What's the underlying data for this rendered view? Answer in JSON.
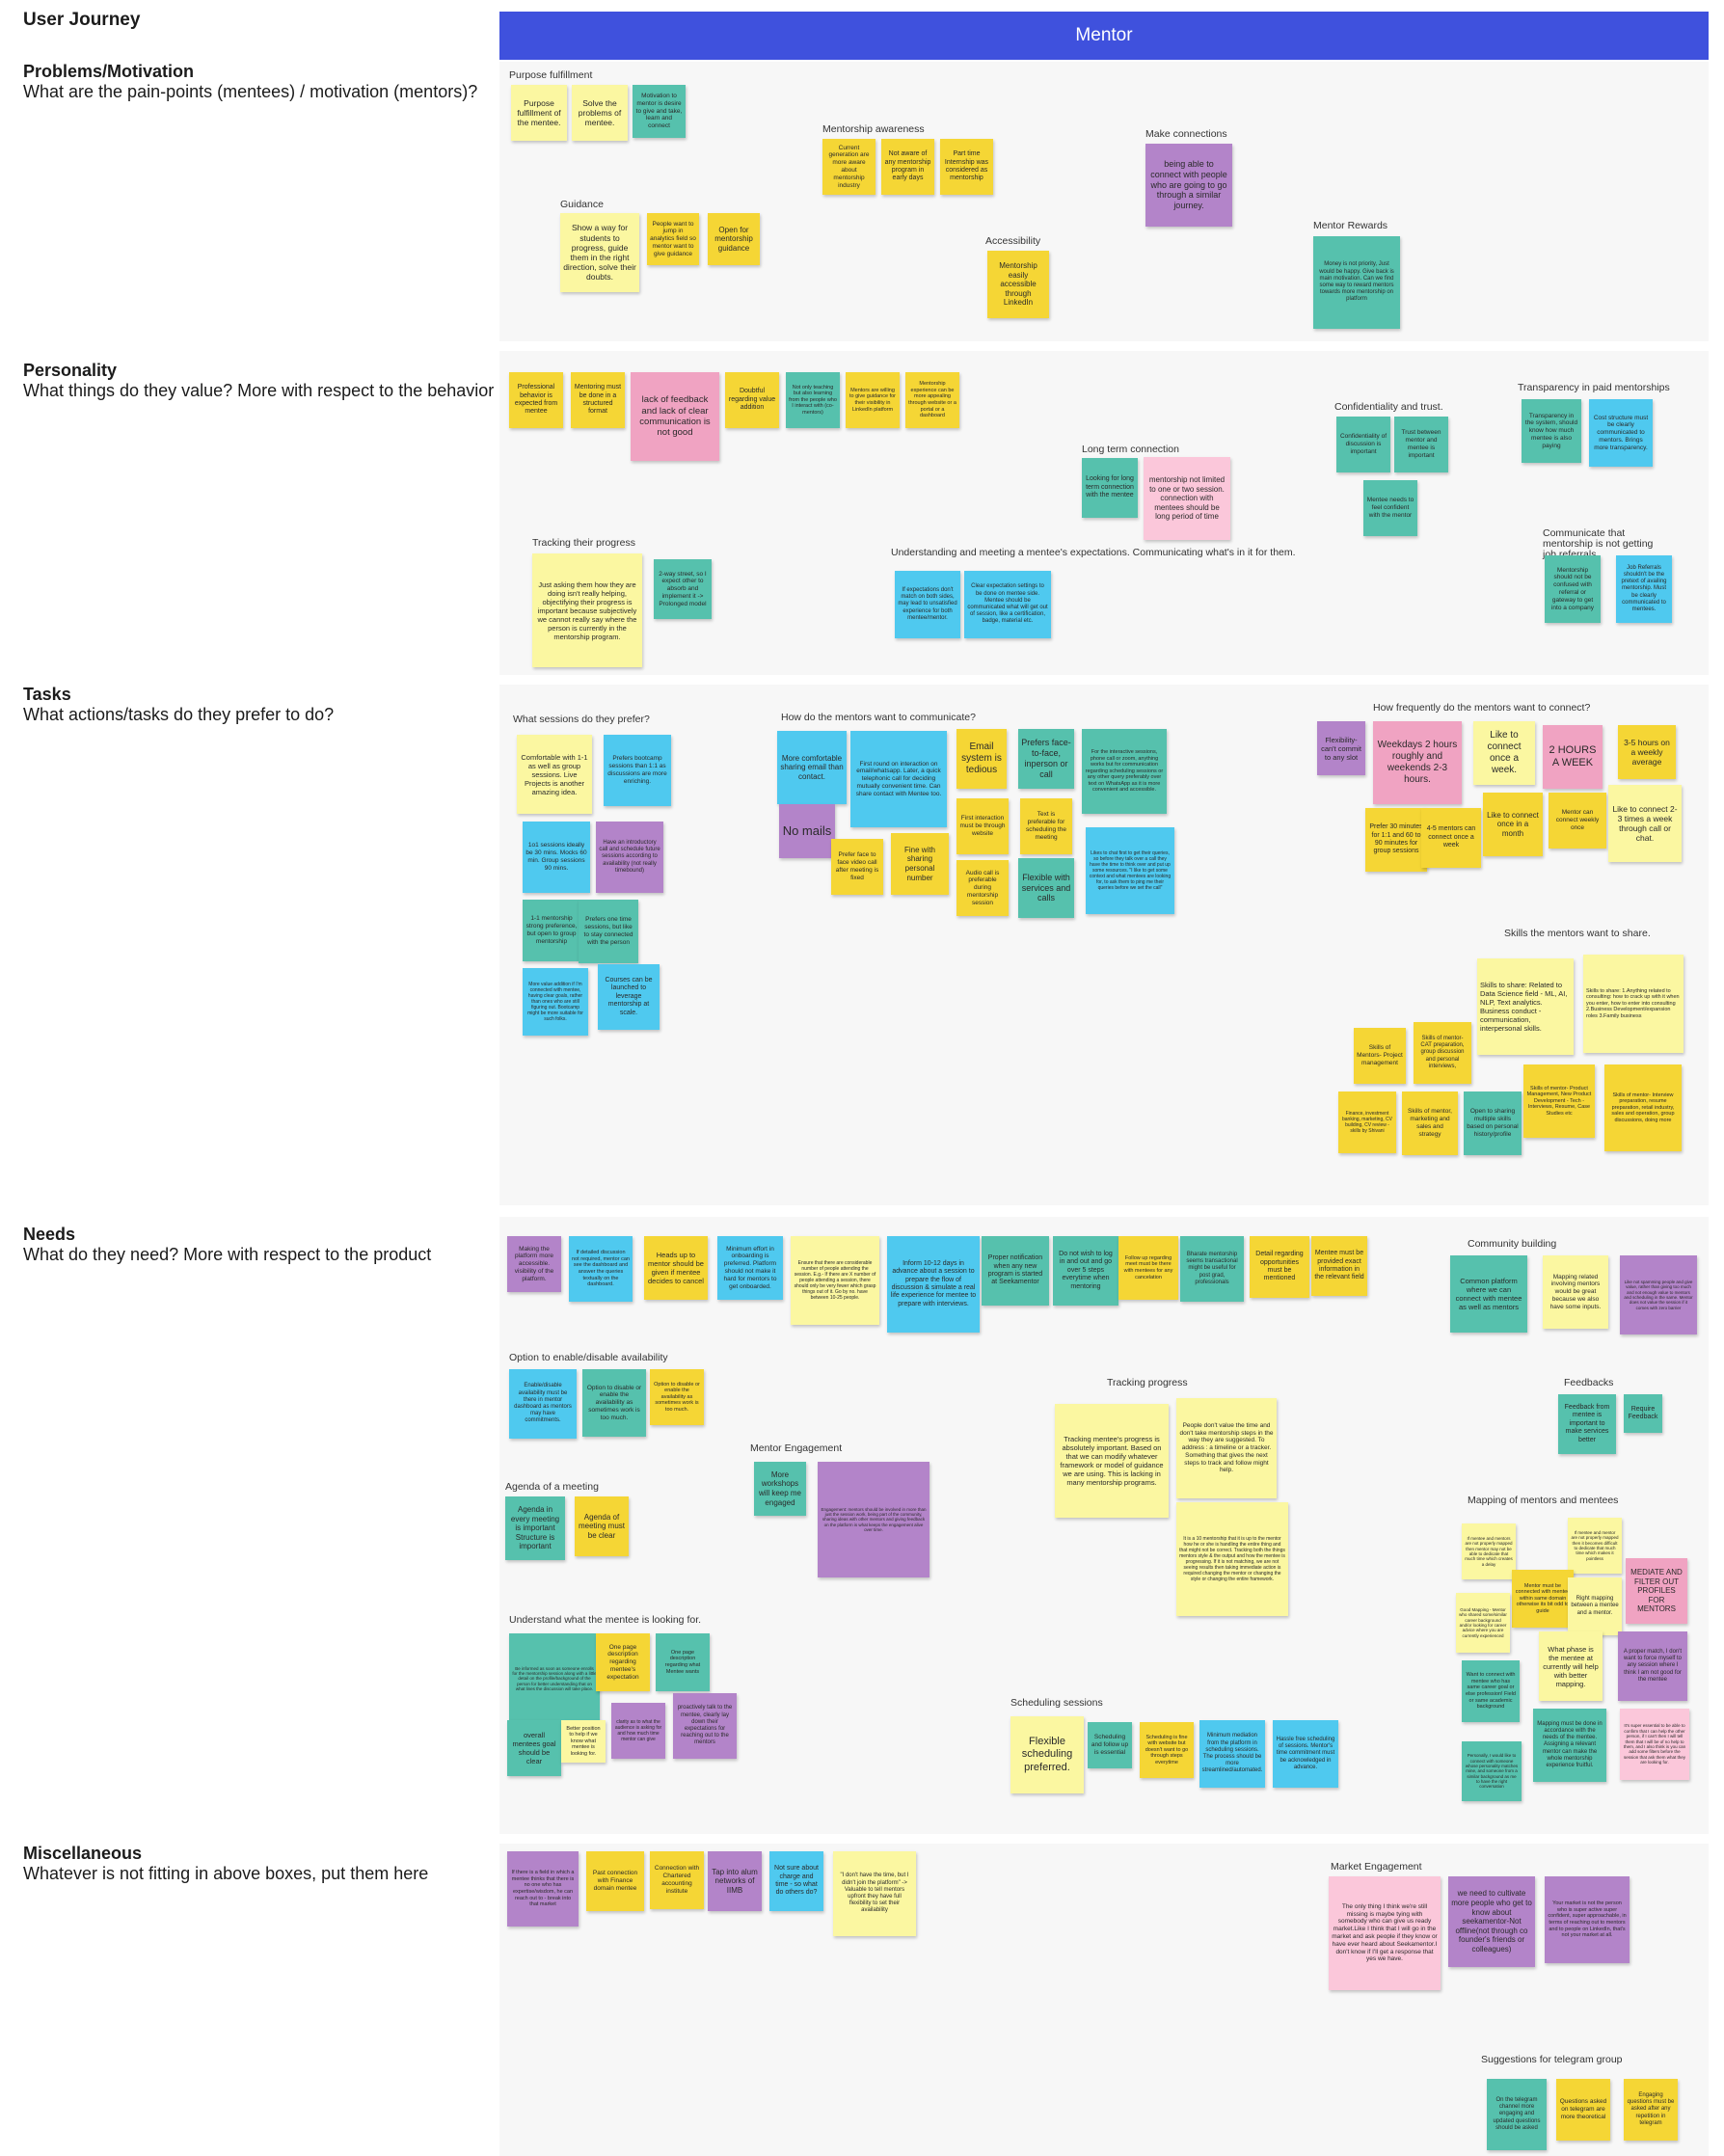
{
  "board": {
    "title": "User Journey",
    "column_header": "Mentor",
    "colors": {
      "header": "#3f51dd",
      "yellow": "#f5d635",
      "light_yellow": "#fbf7a1",
      "teal": "#56c1ad",
      "blue": "#4fc9ef",
      "purple": "#b384c9",
      "pink": "#f0a3c2",
      "light_pink": "#fbc7da"
    }
  },
  "rows": {
    "problems": {
      "title": "Problems/Motivation",
      "subtitle": "What are the pain-points (mentees) / motivation (mentors)?"
    },
    "personality": {
      "title": "Personality",
      "subtitle": "What things do they value? More with respect to the behavior"
    },
    "tasks": {
      "title": "Tasks",
      "subtitle": "What actions/tasks do they prefer to do?"
    },
    "needs": {
      "title": "Needs",
      "subtitle": "What do they need? More with respect to the product"
    },
    "misc": {
      "title": "Miscellaneous",
      "subtitle": "Whatever is not fitting in above boxes, put them here"
    }
  },
  "groups": {
    "purpose": "Purpose fulfillment",
    "guidance": "Guidance",
    "awareness": "Mentorship awareness",
    "accessibility": "Accessibility",
    "connections": "Make connections",
    "rewards": "Mentor Rewards",
    "confidentiality": "Confidentiality and trust.",
    "transparency": "Transparency in paid mentorships",
    "long_term": "Long term connection",
    "tracking_progress_p": "Tracking their progress",
    "expectations": "Understanding and meeting a mentee's expectations. Communicating what's in it for them.",
    "referrals": "Communicate that mentorship is not getting job referrals.",
    "sessions": "What sessions do they prefer?",
    "communicate": "How do the mentors want to communicate?",
    "frequency": "How frequently do the mentors want to connect?",
    "skills": "Skills the mentors want to share.",
    "community": "Community building",
    "availability": "Option to enable/disable availability",
    "tracking": "Tracking progress",
    "feedbacks": "Feedbacks",
    "engagement": "Mentor Engagement",
    "agenda": "Agenda of a meeting",
    "mapping": "Mapping of mentors and mentees",
    "understand": "Understand what the mentee is looking for.",
    "scheduling": "Scheduling sessions",
    "market": "Market Engagement",
    "telegram": "Suggestions for telegram group"
  },
  "notes": {
    "p1": "Purpose fulfillment of the mentee.",
    "p2": "Solve the problems of mentee.",
    "p3": "Motivation to mentor is desire to give and take, learn and connect",
    "p4": "Current generation are more aware about mentorship industry",
    "p5": "Not aware of any mentorship program in early days",
    "p6": "Part time Internship was considered as mentorship",
    "p7": "being able to connect with people who are going to go through a similar journey.",
    "p8": "Show a way for students to progress, guide them in the right direction, solve their doubts.",
    "p9": "People want to jump in analytics field so mentor want to give guidance",
    "p10": "Open for mentorship guidance",
    "p11": "Mentorship easily accessible through LinkedIn",
    "p12": "Money is not priority, Just would be happy. Give back is main motivation. Can we find some way to reward mentors towards more mentorship on platform",
    "q1": "Professional behavior is expected from mentee",
    "q2": "Mentoring must be done in a structured format",
    "q3": "lack of feedback and lack of clear communication is not good",
    "q4": "Doubtful regarding value addition",
    "q5": "Not only teaching but also learning from the people who I interact with (co-mentors)",
    "q6": "Mentors are willing to give guidance for their visibility in LinkedIn platform",
    "q7": "Mentorship experience can be more appealing through website or a portal or a dashboard",
    "q8": "Confidentiality of discussion is important",
    "q9": "Trust between mentor and mentee is important",
    "q10": "Mentee needs to feel confident with the mentor",
    "q11": "Transparency in the system, should know how much mentee is also paying",
    "q12": "Cost structure must be clearly communicated to mentors. Brings more transparency.",
    "q13": "Looking for long term connection with the mentee",
    "q14": "mentorship not limited to one or two session. connection with mentees should be long period of time",
    "q15": "Just asking them how they are doing isn't really helping, objectifying their progress is important because subjectively we cannot really say where the person is currently in the mentorship program.",
    "q16": "2-way street, so I expect other to absorb and implement it -> Prolonged model",
    "q17": "If expectations don't match on both sides, may lead to unsatisfied experience for both mentee/mentor.",
    "q18": "Clear expectation settings to be done on mentee side. Mentee should be communicated what will get out of session, like a certification, badge, material etc.",
    "q19": "Mentorship should not be confused with referral or gateway to get into a company",
    "q20": "Job Referrals shouldn't be the pretext of availing mentorship. Must be clearly communicated to mentees.",
    "t1": "Comfortable with 1-1 as well as group sessions. Live Projects is another amazing idea.",
    "t2": "Prefers bootcamp sessions than 1:1 as discussions are more enriching.",
    "t3": "1o1 sessions ideally be 30 mins. Mocks 60 min. Group sessions 90 mins.",
    "t4": "Have an introductory call and schedule future sessions according to availability (not really timebound)",
    "t5": "1-1 mentorship strong preference, but open to group mentorship",
    "t6": "Prefers one time sessions, but like to stay connected with the person",
    "t7": "More value addition if I'm connected with mentee, having clear goals, rather than ones who are still figuring out. Bootcamp might be more suitable for such folks.",
    "t8": "Courses can be launched to leverage mentorship at scale.",
    "t9": "More comfortable sharing email than contact.",
    "t10": "First round on interaction on email/whatsapp. Later, a quick telephonic call for deciding mutually convenient time. Can share contact with Mentee too.",
    "t11": "Email system is tedious",
    "t12": "Prefers face-to-face, inperson or call",
    "t13": "For the interactive sessions, phone call or zoom, anything works but for communication regarding scheduling sessions or any other query preferably over text on WhatsApp as it is more convenient and accessible.",
    "t14": "No mails",
    "t15": "Prefer face to face video call after meeting is fixed",
    "t16": "Fine with sharing personal number",
    "t17": "First interaction must be through website",
    "t18": "Text is preferable for scheduling the meeting",
    "t19": "Audio call is preferable during mentorship session",
    "t20": "Flexible with services and calls",
    "t21": "Likes to chat first to get their queries, so before they talk over a call they have the time to think over and put up some resources. \"I like to get some context and what mentees are looking for, to ask them to ping me their queries before we set the call\"",
    "t22": "Flexibility- can't commit to any slot",
    "t23": "Weekdays 2 hours roughly and weekends 2-3 hours.",
    "t24": "Like to connect once a week.",
    "t25": "2 HOURS A WEEK",
    "t26": "3-5 hours on a weekly average",
    "t27": "Prefer 30 minutes for 1:1 and 60 to 90 minutes for group sessions",
    "t28": "4-5 mentors can connect once a week",
    "t29": "Like to connect once in a month",
    "t30": "Mentor can connect weekly once",
    "t31": "Like to connect 2-3 times a week through call or chat.",
    "t32": "Skills to share: Related to Data Science field - ML, AI, NLP, Text analytics. Business conduct - communication, interpersonal skills.",
    "t33": "Skills to share: 1.Anything related to consulting: how to crack up with it when you enter, how to enter into consulting 2.Business Development/expansion roles 3.Family business",
    "t34": "Skills of Mentors- Project management",
    "t35": "Skills of mentor- CAT preparation, group discussion and personal interviews,",
    "t36": "Finance, investment banking, marketing, CV building, CV review - skills by Shivani",
    "t37": "Skills of mentor, marketing and sales and strategy",
    "t38": "Open to sharing multiple skills based on personal history/profile",
    "t39": "Skills of mentor- Product Management, New Product Development - Tech - Interviews, Resume, Case Studies etc",
    "t40": "Skills of mentor- Interview preparation, resume preparation, retail industry, sales and operation, group discussions, doing more",
    "n1": "Making the platform more accessible. visibility of the platform.",
    "n2": "If detailed discussion not required, mentor can see the dashboard and answer the queries textually on the dashboard.",
    "n3": "Heads up to mentor should be given if mentee decides to cancel",
    "n4": "Minimum effort in onboarding is preferred. Platform should not make it hard for mentors to get onboarded.",
    "n5": "Ensure that there are considerable number of people attending the session. E.g.- If there are X number of people attending a session, there should only be very fewer which grasp things out of it. Go by no. have between 10-25 people.",
    "n6": "Inform 10-12 days in advance about a session to prepare the flow of discussion & simulate a real life experience for mentee to prepare with interviews.",
    "n7": "Proper notification when any new program is started at Seekamentor",
    "n8": "Do not wish to log in and out and go over 5 steps everytime when mentoring",
    "n9": "Follow up regarding meet must be there with mentees for any cancelation",
    "n10": "Bharate mentorship seems transactional might be useful for post grad, professionals",
    "n11": "Detail regarding opportunities must be mentioned",
    "n12": "Mentee must be provided exact information in the relevant field",
    "n13": "Common platform where we can connect with mentee as well as mentors",
    "n14": "Mapping related involving mentors would be great because we also have some inputs.",
    "n15": "Like not spamming people and give value, rather than giving too much and not enough value to mentors and scheduling in the same. Mentor does not value the session if it comes with zero barrier",
    "n16": "Enable/disable availability must be there in mentor dashboard as mentors may have commitments.",
    "n17": "Option to disable or enable the availability as sometimes work is too much.",
    "n18": "Option to disable or enable the availability as sometimes work is too much.",
    "n19": "Tracking mentee's progress is absolutely important. Based on that we can modify whatever framework or model of guidance we are using. This is lacking in many mentorship programs.",
    "n20": "People don't value the time and don't take mentorship steps in the way they are suggested. To address : a timeline or a tracker. Something that gives the next steps to track and follow might help.",
    "n21": "Feedback from mentee is important to make services better",
    "n22": "Require Feedback",
    "n23": "More workshops will keep me engaged",
    "n24": "Engagement: mentors should be involved in more than just the session work, being part of the community, sharing ideas with other mentors and giving feedback on the platform is what keeps the engagement alive over time.",
    "n25": "Agenda in every meeting is important Structure is important",
    "n26": "Agenda of meeting must be clear",
    "n27": "It is a 10 mentorship that it is up to the mentor how he or she is handling the entire thing and that might not be correct. Tracking both the things mentors style & the output and how the mentee is progressing. If it is not matching, we are not seeing results then taking immediate action is required changing the mentor or changing the style or changing the entire framework.",
    "n28": "If mentee and mentors are not properly mapped then mentor may not be able to dedicate that much time which creates a delay",
    "n29": "If mentee and mentor are not properly mapped then it becomes difficult to dedicate that much time which makes it pointless",
    "n30": "Mentor must be connected with mentee within same domain otherwise its bit odd to guide",
    "n31": "Right mapping between a mentee and a mentor.",
    "n32": "MEDIATE AND FILTER OUT PROFILES FOR MENTORS",
    "n33": "Good Mapping - Mentor who shared some/similar career background and/or looking for career advice where you are currently experienced",
    "n34": "What phase is the mentee at currently will help with better mapping.",
    "n35": "A proper match, I don't want to force myself to any session where I think I am not good for the mentee",
    "n36": "Want to connect with mentee who has same career goal or else profession! Field or same academic background",
    "n37": "Mapping must be done in accordance with the needs of the mentee. Assigning a relevant mentor can make the whole mentorship experience fruitful.",
    "n38": "It's super essential to be able to confirm that I can help the other person, if I can't then I will tell them that I will be of no help to them, and I also think is you can add some filters before the session that ask them what they are looking for.",
    "n39": "Personally, I would like to connect with someone whose personality matches mine, and someone from a similar background as me to have the right conversation",
    "n40": "Be informed as soon as someone enrolls for the mentorship session along with a little detail on the profile/background of the person for better understanding that on what lines the discussion will take place.",
    "n41": "One page description regarding mentee's expectation",
    "n42": "One page description regarding what Mentee wants",
    "n43": "overall mentees goal should be clear",
    "n44": "Better position to help if we know what mentee is looking for.",
    "n45": "clarity as to what the audience is asking for and how much time mentor can give",
    "n46": "proactively talk to the mentee, clearly lay down their expectations for reaching out to the mentors",
    "n47": "Flexible scheduling preferred.",
    "n48": "Scheduling and follow up is essential",
    "n49": "Scheduling is fine with website but doesn't want to go through steps everytime",
    "n50": "Minimum mediation from the platform in scheduling sessions. The process should be more streamlined/automated.",
    "n51": "Hassle free scheduling of sessions. Mentor's time commitment must be acknowledged in advance.",
    "m1": "If there is a field in which a mentee thinks that there is no one who has expertise/wisdom, he can reach out to - break into that market",
    "m2": "Past connection with Finance domain mentee",
    "m3": "Connection with Chartered accounting institute",
    "m4": "Tap into alum networks of IIMB",
    "m5": "Not sure about charge and time - so what do others do?",
    "m6": "\"I don't have the time, but I didn't join the platform\" -> Valuable to tell mentors upfront they have full flexibility to set their availability",
    "m7": "The only thing I think we're still missing is maybe tying with somebody who can give us ready market.Like I think that I will go in the market and ask people if they know or have ever heard about Seekamentor.I don't know if I'll get a response that yes we have.",
    "m8": "we need to cultivate more people who get to know about seekamentor-Not offline(not through co founder's friends or colleagues)",
    "m9": "Your market is not the person who is super active super confident, super approachable, in terms of reaching out to mentors and to people on LinkedIn, that's not your market at all.",
    "m10": "On the telegram channel more engaging and updated questions should be asked",
    "m11": "Questions asked on telegram are more theoretical",
    "m12": "Engaging questions must be asked after any repetition in telegram"
  }
}
